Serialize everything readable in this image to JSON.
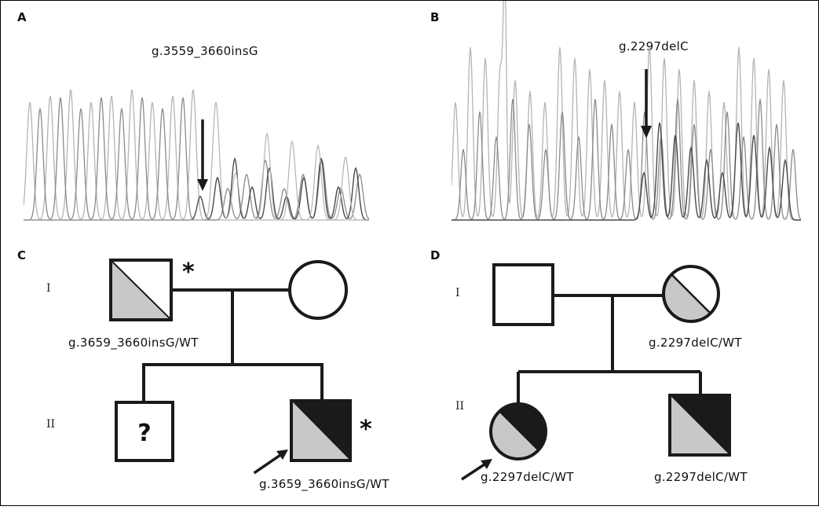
{
  "panels": {
    "A": {
      "letter": "A",
      "mutation": "g.3559_3660insG"
    },
    "B": {
      "letter": "B",
      "mutation": "g.2297delC"
    },
    "C": {
      "letter": "C",
      "generation_I": "I",
      "generation_II": "II",
      "father_genotype": "g.3659_3660insG/WT",
      "son_unknown_mark": "?",
      "proband_genotype": "g.3659_3660insG/WT",
      "asterisk": "*"
    },
    "D": {
      "letter": "D",
      "generation_I": "I",
      "generation_II": "II",
      "mother_genotype": "g.2297delC/WT",
      "proband_genotype": "g.2297delC/WT",
      "brother_genotype": "g.2297delC/WT"
    }
  },
  "colors": {
    "carrier_fill": "#c8c8c8",
    "affected_fill": "#1a1a1a",
    "line": "#1a1a1a",
    "trace_light": "#b4b4b4",
    "trace_mid": "#8a8a8a",
    "trace_dark": "#4a4a4a"
  }
}
